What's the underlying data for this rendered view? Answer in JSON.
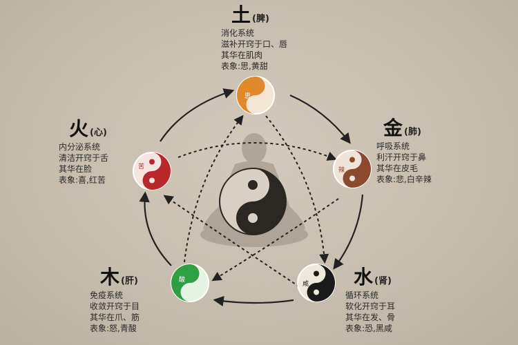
{
  "elements": {
    "earth": {
      "char": "土",
      "organ": "(脾)",
      "lines": [
        "消化系统",
        "滋补开窍于口、唇",
        "其华在肌肉",
        "表象:思,黄甜"
      ],
      "symbol_char": "思",
      "color": "#e0892a"
    },
    "metal": {
      "char": "金",
      "organ": "(肺)",
      "lines": [
        "呼吸系统",
        "利汗开窍于鼻",
        "其华在皮毛",
        "表象:悲,白辛辣"
      ],
      "symbol_char": "辣",
      "color": "#8b4a2e"
    },
    "water": {
      "char": "水",
      "organ": "(肾)",
      "lines": [
        "循环系统",
        "软化开窍于耳",
        "其华在发、骨",
        "表象:恐,黑咸"
      ],
      "symbol_char": "咸",
      "color": "#1a1a1a"
    },
    "wood": {
      "char": "木",
      "organ": "(肝)",
      "lines": [
        "免疫系统",
        "收敛开窍于目",
        "其华在爪、筋",
        "表象:怒,青酸"
      ],
      "symbol_char": "酸",
      "color": "#2ea043"
    },
    "fire": {
      "char": "火",
      "organ": "(心)",
      "lines": [
        "内分泌系统",
        "清洁开窍于舌",
        "其华在脸",
        "表象:喜,红苦"
      ],
      "symbol_char": "苦",
      "color": "#b8282a"
    }
  },
  "center": {
    "color_dark": "#2b2723",
    "color_light": "#d8d0c4"
  },
  "arrow_color": "#222222",
  "figure_color": "#a59b8e"
}
